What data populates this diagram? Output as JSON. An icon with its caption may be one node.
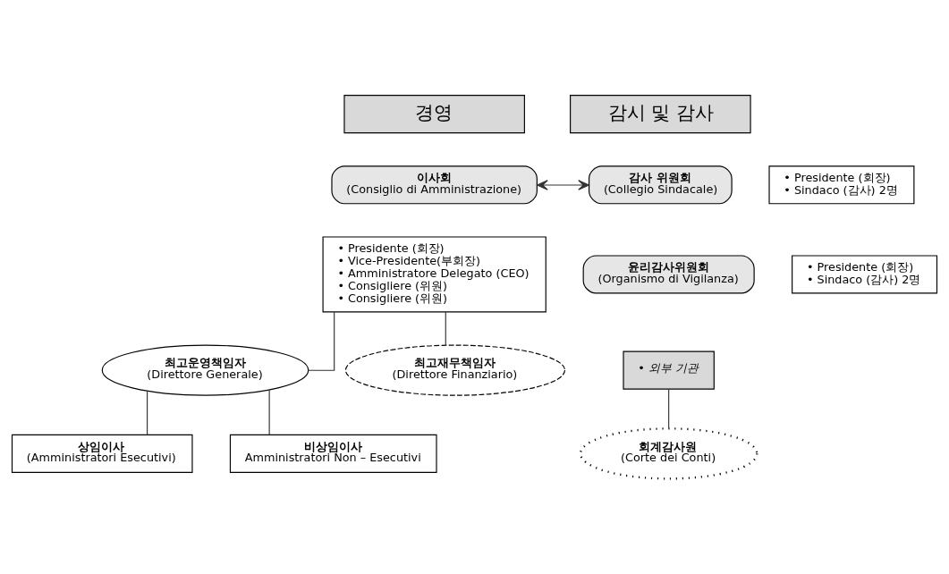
{
  "diagram": {
    "nodes": [
      {
        "text": [
          "경영"
        ]
      },
      {
        "text": [
          "감시 및 감사"
        ]
      },
      {
        "text": [
          "이사회",
          "(Consiglio di Amministrazione)"
        ]
      },
      {
        "text": [
          "• Presidente (회장)",
          "• Vice-Presidente(부회장)",
          "• Amministratore Delegato (CEO)",
          "• Consigliere (위원)",
          "• Consigliere (위원)"
        ]
      },
      {
        "text": [
          "감사 위원회",
          "(Collegio Sindacale)"
        ]
      },
      {
        "text": [
          "• Presidente (회장)",
          "• Sindaco (감사) 2명"
        ]
      },
      {
        "text": [
          "윤리감사위원회",
          "(Organismo di Vigilanza)"
        ]
      },
      {
        "text": [
          "• Presidente (회장)",
          "• Sindaco (감사) 2명"
        ]
      },
      {
        "text": [
          "최고운영책임자",
          "(Direttore Generale)"
        ]
      },
      {
        "text": [
          "최고재무책임자",
          "(Direttore Finanziario)"
        ]
      },
      {
        "text": [
          "회계감사원",
          "(Corte dei Conti)"
        ]
      },
      {
        "text": [
          "• 외부 기관"
        ]
      },
      {
        "text": [
          "상임이사",
          "(Amministratori Esecutivi)"
        ]
      },
      {
        "text": [
          "비상임이사",
          "Amministratori Non – Esecutivi"
        ]
      }
    ],
    "edges": [
      {
        "from": 2,
        "to": 4,
        "arrow": "both"
      },
      {
        "from": 3,
        "to": 8,
        "arrow": "none"
      },
      {
        "from": 3,
        "to": 9,
        "arrow": "none"
      },
      {
        "from": 8,
        "to": 12,
        "arrow": "none"
      },
      {
        "from": 8,
        "to": 13,
        "arrow": "none"
      },
      {
        "from": 11,
        "to": 10,
        "arrow": "none"
      }
    ]
  }
}
